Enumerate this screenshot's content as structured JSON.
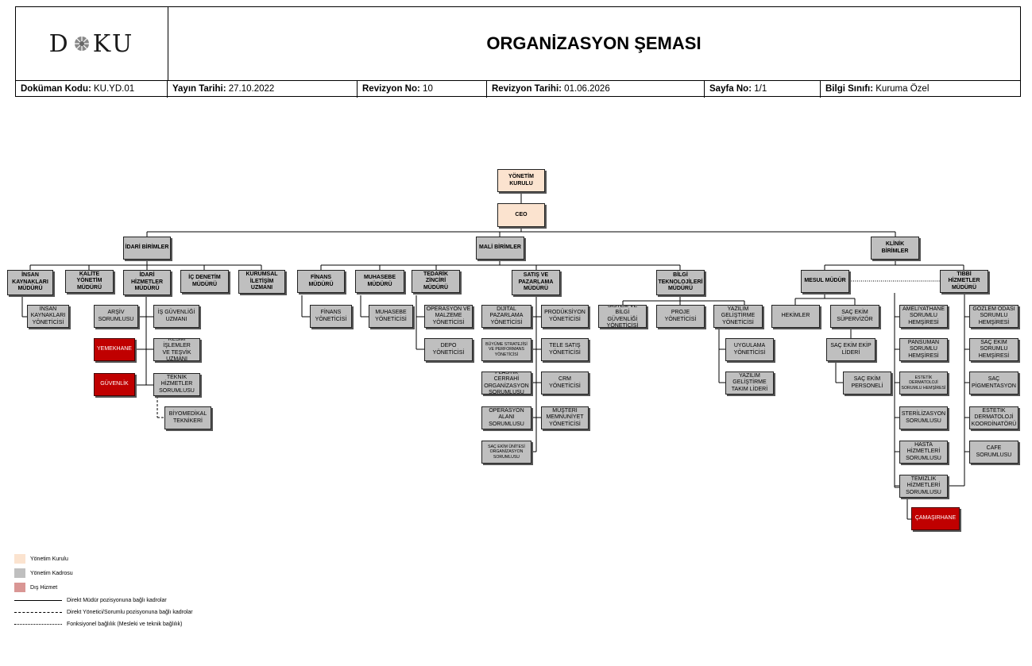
{
  "header": {
    "logo_text_left": "D",
    "logo_text_right": "KU",
    "title": "ORGANİZASYON ŞEMASI",
    "meta": [
      {
        "label": "Doküman Kodu:",
        "value": "KU.YD.01"
      },
      {
        "label": "Yayın Tarihi:",
        "value": "27.10.2022"
      },
      {
        "label": "Revizyon No:",
        "value": "10"
      },
      {
        "label": "Revizyon Tarihi:",
        "value": "01.06.2026"
      },
      {
        "label": "Sayfa No:",
        "value": "1/1"
      },
      {
        "label": "Bilgi Sınıfı:",
        "value": "Kuruma Özel"
      }
    ]
  },
  "colors": {
    "board": "#fbe3cf",
    "staff": "#bfbfbf",
    "external": "#c00000",
    "external_legend": "#d99694"
  },
  "org": {
    "n1": "YÖNETİM\nKURULU",
    "n2": "CEO",
    "n3": "İDARİ BİRİMLER",
    "n4": "MALİ BİRİMLER",
    "n5": "KLİNİK BİRİMLER",
    "n6": "İNSAN\nKAYNAKLARI\nMÜDÜRÜ",
    "n7": "KALİTE YÖNETİM\nMÜDÜRÜ",
    "n8": "İDARİ\nHİZMETLER\nMÜDÜRÜ",
    "n9": "İÇ DENETİM\nMÜDÜRÜ",
    "n10": "KURUMSAL\nİLETİŞİM\nUZMANI",
    "n11": "İNSAN\nKAYNAKLARI\nYÖNETİCİSİ",
    "n12": "ARŞİV\nSORUMLUSU",
    "n13": "İŞ GÜVENLİĞİ\nUZMANI",
    "n14": "YEMEKHANE",
    "n15": "RESMİ İŞLEMLER\nVE TEŞVİK\nUZMANI",
    "n16": "GÜVENLİK",
    "n17": "TEKNİK\nHİZMETLER\nSORUMLUSU",
    "n18": "BİYOMEDİKAL\nTEKNİKERİ",
    "n19": "FİNANS\nMÜDÜRÜ",
    "n20": "FİNANS\nYÖNETİCİSİ",
    "n21": "MUHASEBE\nMÜDÜRÜ",
    "n22": "MUHASEBE\nYÖNETİCİSİ",
    "n23": "TEDARİK ZİNCİRİ\nMÜDÜRÜ",
    "n24": "OPERASYON VE\nMALZEME\nYÖNETİCİSİ",
    "n25": "DEPO YÖNETİCİSİ",
    "n26": "SATIŞ VE\nPAZARLAMA\nMÜDÜRÜ",
    "n27": "DİJİTAL\nPAZARLAMA\nYÖNETİCİSİ",
    "n28": "BÜYÜME STRATEJİSİ\nVE PERFORMANS\nYÖNETİCİSİ",
    "n29": "PLASTİK CERRAHİ\nORGANİZASYON\nSORUMLUSU",
    "n30": "OPERASYON\nALANI\nSORUMLUSU",
    "n31": "SAÇ EKİM ÜNİTESİ\nORGANİZASYON\nSORUMLUSU",
    "n32": "PRODÜKSİYON\nYÖNETİCİSİ",
    "n33": "TELE SATIŞ\nYÖNETİCİSİ",
    "n34": "CRM YÖNETİCİSİ",
    "n35": "MÜŞTERİ\nMEMNUNİYET\nYÖNETİCİSİ",
    "n36": "BİLGİ\nTEKNOLOJİLERİ\nMÜDÜRÜ",
    "n37": "SİSTEM VE BİLGİ\nGÜVENLİĞİ\nYÖNETİCİSİ",
    "n38": "PROJE\nYÖNETİCİSİ",
    "n39": "YAZILIM\nGELİŞTİRME\nYÖNETİCİSİ",
    "n40": "UYGULAMA\nYÖNETİCİSİ",
    "n41": "YAZILIM\nGELİŞTİRME\nTAKIM LİDERİ",
    "n42": "MESUL MÜDÜR",
    "n43": "HEKİMLER",
    "n44": "SAÇ EKİM\nSÜPERVİZÖR",
    "n45": "SAÇ EKİM EKİP\nLİDERİ",
    "n46": "SAÇ EKİM\nPERSONELİ",
    "n47": "TIBBİ HİZMETLER\nMÜDÜRÜ",
    "n48": "AMELİYATHANE\nSORUMLU\nHEMŞİRESİ",
    "n49": "PANSUMAN\nSORUMLU\nHEMŞİRESİ",
    "n50": "ESTETİK\nDERMATOLOJİ\nSORUMLU HEMŞİRESİ",
    "n51": "STERİLİZASYON\nSORUMLUSU",
    "n52": "HASTA\nHİZMETLERİ\nSORUMLUSU",
    "n53": "TEMİZLİK\nHİZMETLERİ\nSORUMLUSU",
    "n54": "ÇAMAŞIRHANE",
    "n55": "GÖZLEM ODASI\nSORUMLU\nHEMŞİRESİ",
    "n56": "SAÇ EKİM\nSORUMLU\nHEMŞİRESİ",
    "n57": "SAÇ\nPİGMENTASYON",
    "n58": "ESTETİK\nDERMATOLOJİ\nKOORDİNATÖRÜ",
    "n59": "CAFE\nSORUMLUSU"
  },
  "legend": {
    "board": "Yönetim Kurulu",
    "staff": "Yönetim Kadrosu",
    "external": "Dış Hizmet",
    "solid": "Direkt Müdür pozisyonuna bağlı kadrolar",
    "dashed": "Direkt Yönetici/Sorumlu pozisyonuna bağlı kadrolar",
    "dotted": "Fonksiyonel bağlılık (Mesleki ve teknik bağlılık)"
  }
}
